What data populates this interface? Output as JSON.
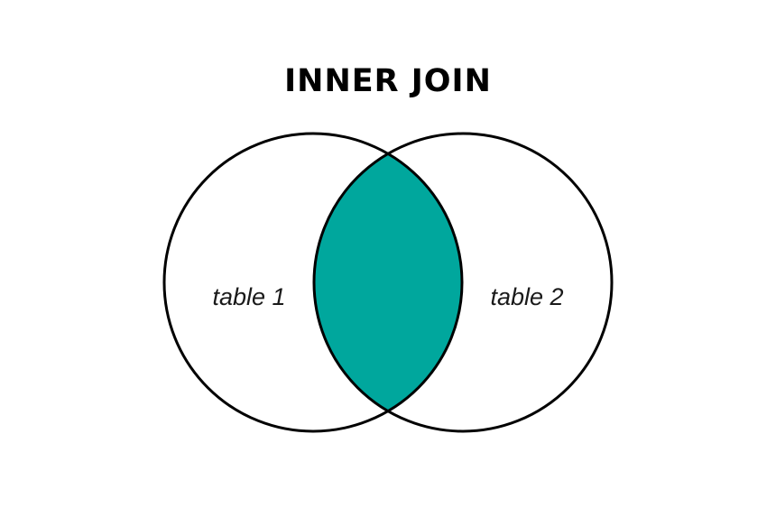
{
  "title": "INNER JOIN",
  "sets": [
    {
      "label": "table 1"
    },
    {
      "label": "table 2"
    }
  ],
  "highlight": "intersection",
  "colors": {
    "intersection": "#00A79D",
    "outline": "#000000",
    "background": "#FFFFFF"
  }
}
